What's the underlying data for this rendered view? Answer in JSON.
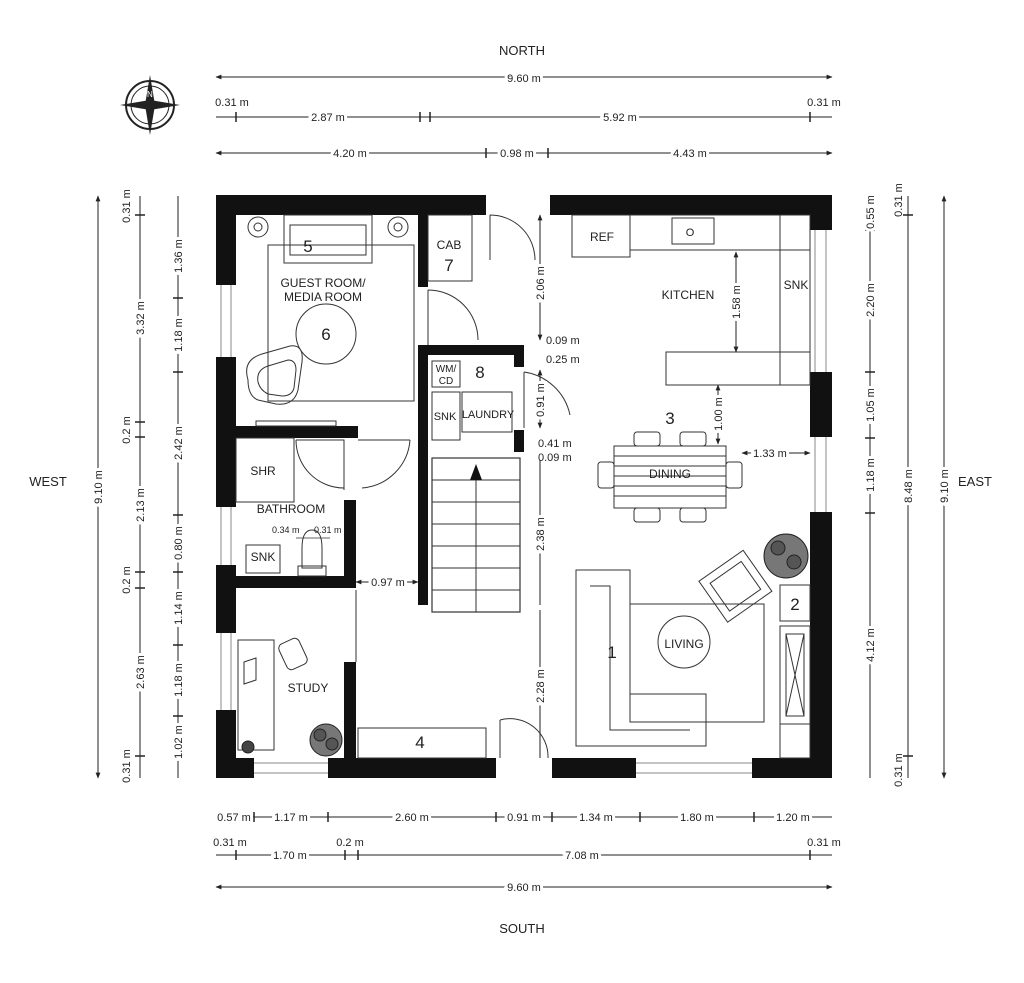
{
  "compass": {
    "north": "NORTH",
    "south": "SOUTH",
    "east": "EAST",
    "west": "WEST"
  },
  "rooms": {
    "guest": "GUEST ROOM/",
    "media": "MEDIA ROOM",
    "kitchen": "KITCHEN",
    "dining": "DINING",
    "living": "LIVING",
    "bathroom": "BATHROOM",
    "study": "STUDY",
    "laundry": "LAUNDRY"
  },
  "fixtures": {
    "ref": "REF",
    "cab": "CAB",
    "snk": "SNK",
    "shr": "SHR",
    "wm": "WM/",
    "cd": "CD",
    "oven": "O"
  },
  "numbers": [
    "1",
    "2",
    "3",
    "4",
    "5",
    "6",
    "7",
    "8"
  ],
  "dims": {
    "top_total": "9.60 m",
    "top_a": "0.31 m",
    "top_b": "2.87 m",
    "top_c": "5.92 m",
    "top_d": "0.31 m",
    "top_e": "4.20 m",
    "top_f": "0.98 m",
    "top_g": "4.43 m",
    "bot_a": "0.57 m",
    "bot_b": "1.17 m",
    "bot_c": "2.60 m",
    "bot_d": "0.91 m",
    "bot_e": "1.34 m",
    "bot_f": "1.80 m",
    "bot_g": "1.20 m",
    "bot_h": "0.31 m",
    "bot_i": "1.70 m",
    "bot_j": "0.2 m",
    "bot_k": "7.08 m",
    "bot_l": "0.31 m",
    "bot_total": "9.60 m",
    "west_total": "9.10 m",
    "w1_a": "0.31 m",
    "w1_b": "3.32 m",
    "w1_c": "0.2 m",
    "w1_d": "2.13 m",
    "w1_e": "0.2 m",
    "w1_f": "2.63 m",
    "w1_g": "0.31 m",
    "w2_a": "1.36 m",
    "w2_b": "1.18 m",
    "w2_c": "2.42 m",
    "w2_d": "0.80 m",
    "w2_e": "1.14 m",
    "w2_f": "1.18 m",
    "w2_g": "1.02 m",
    "e1_a": "0.55 m",
    "e1_b": "2.20 m",
    "e1_c": "1.05 m",
    "e1_d": "1.18 m",
    "e1_e": "4.12 m",
    "e2_a": "0.31 m",
    "e2_b": "8.48 m",
    "e2_c": "0.31 m",
    "east_total": "9.10 m",
    "i_a": "2.06 m",
    "i_b": "0.09 m",
    "i_c": "0.25 m",
    "i_d": "0.91 m",
    "i_e": "0.41 m",
    "i_f": "0.09 m",
    "i_g": "2.38 m",
    "i_h": "2.28 m",
    "i_i": "0.97 m",
    "i_j": "1.58 m",
    "i_k": "1.00 m",
    "i_l": "1.33 m",
    "i_m": "0.34 m",
    "i_n": "0.31 m"
  }
}
